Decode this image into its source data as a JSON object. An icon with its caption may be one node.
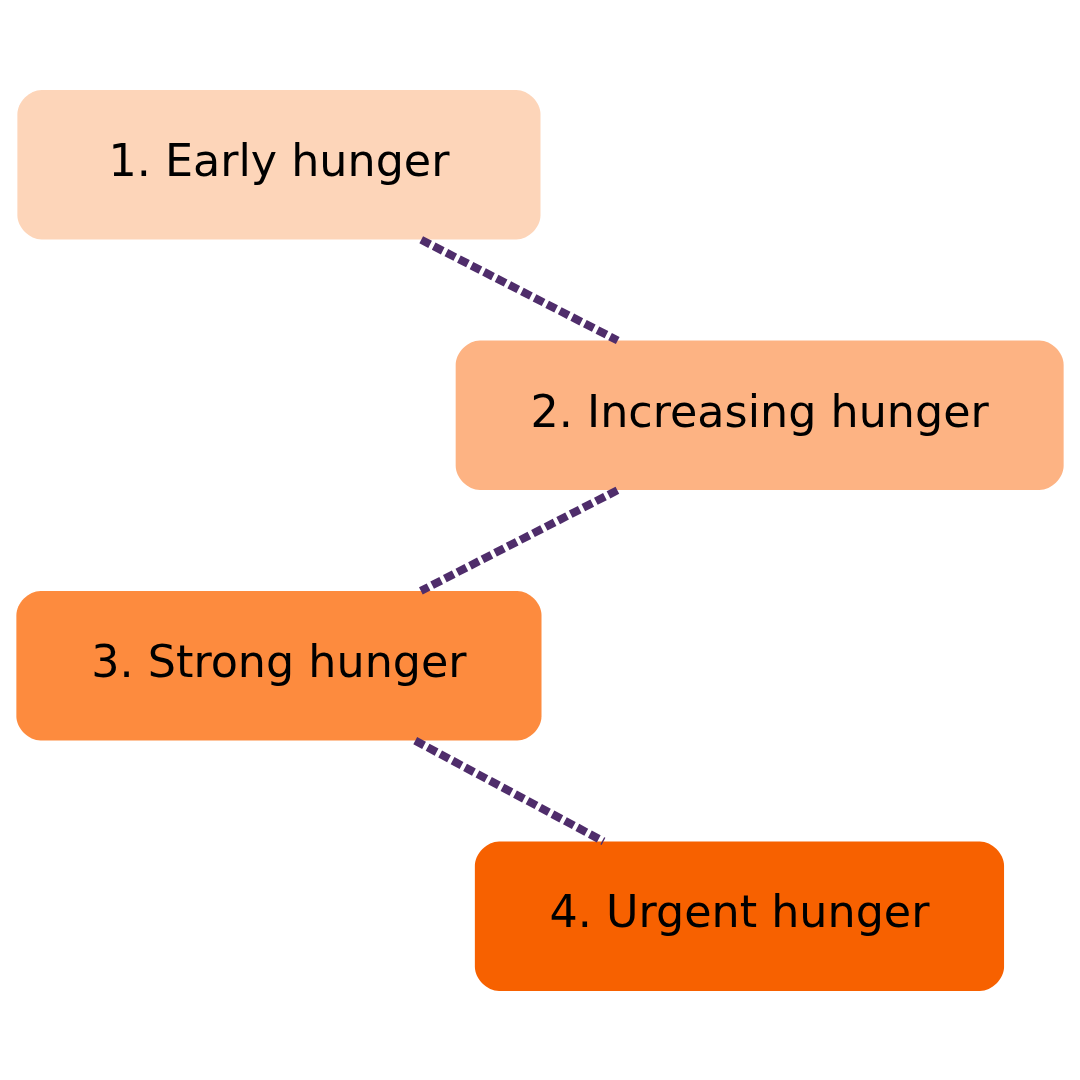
{
  "diagram": {
    "nodes": [
      {
        "text": [
          "1. Early hunger"
        ]
      },
      {
        "text": [
          "2. Increasing hunger"
        ]
      },
      {
        "text": [
          "3. Strong hunger"
        ]
      },
      {
        "text": [
          "4. Urgent hunger"
        ]
      }
    ],
    "edges": [
      {
        "from": 0,
        "to": 1,
        "arrow": "none",
        "style": "dashed"
      },
      {
        "from": 1,
        "to": 2,
        "arrow": "none",
        "style": "dashed"
      },
      {
        "from": 2,
        "to": 3,
        "arrow": "none",
        "style": "dashed"
      }
    ]
  }
}
